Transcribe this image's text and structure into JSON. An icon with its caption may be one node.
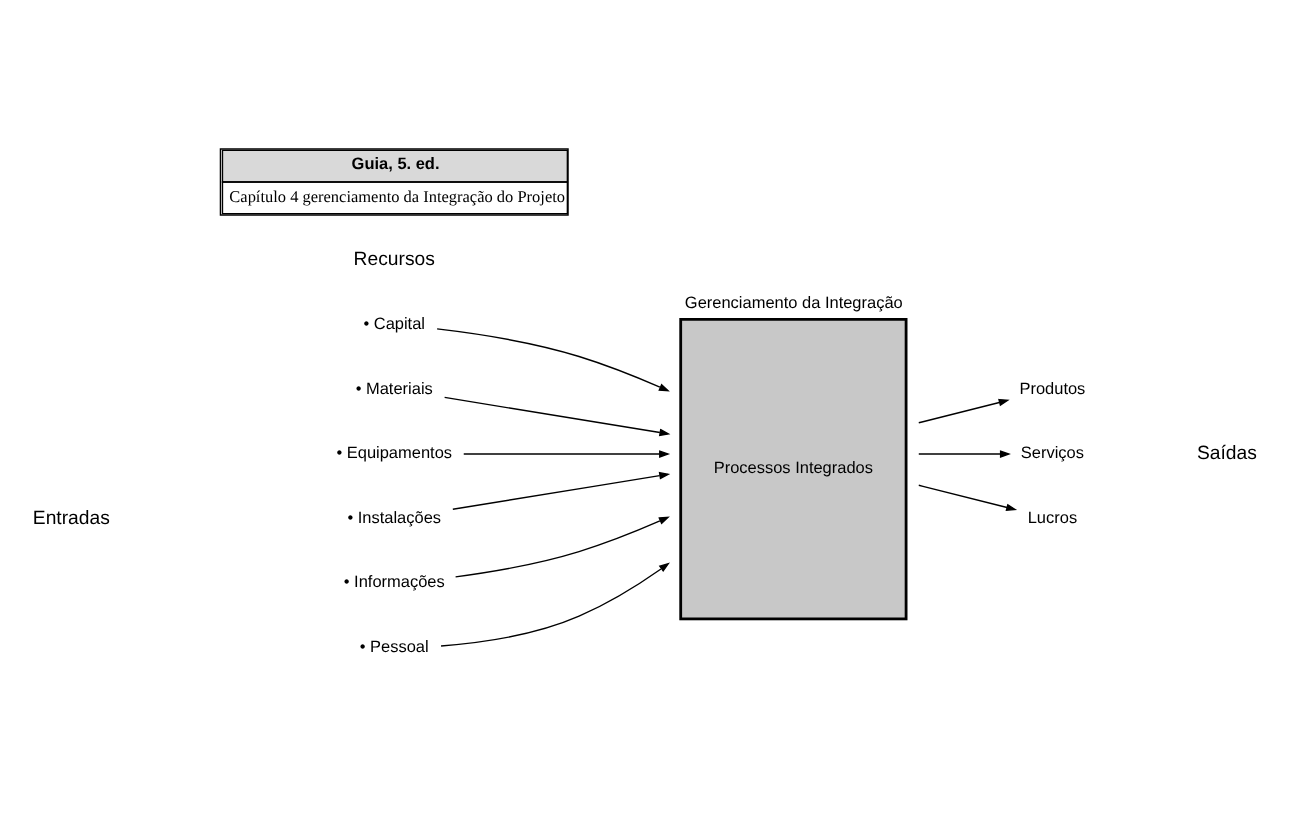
{
  "diagram": {
    "nodes": [
      {
        "text": [
          "Guia, 5. ed.",
          "Capítulo 4 gerenciamento da Integração do Projeto"
        ]
      },
      {
        "text": [
          "Gerenciamento da Integração",
          "Processos Integrados"
        ]
      },
      {
        "text": [
          "• Capital"
        ]
      },
      {
        "text": [
          "• Materiais"
        ]
      },
      {
        "text": [
          "• Equipamentos"
        ]
      },
      {
        "text": [
          "• Instalações"
        ]
      },
      {
        "text": [
          "• Informações"
        ]
      },
      {
        "text": [
          "• Pessoal"
        ]
      },
      {
        "text": [
          "Produtos"
        ]
      },
      {
        "text": [
          "Serviços"
        ]
      },
      {
        "text": [
          "Lucros"
        ]
      }
    ],
    "edges": [
      {
        "from": 2,
        "to": 1,
        "arrow": "to"
      },
      {
        "from": 3,
        "to": 1,
        "arrow": "to"
      },
      {
        "from": 4,
        "to": 1,
        "arrow": "to"
      },
      {
        "from": 5,
        "to": 1,
        "arrow": "to"
      },
      {
        "from": 6,
        "to": 1,
        "arrow": "to"
      },
      {
        "from": 7,
        "to": 1,
        "arrow": "to"
      },
      {
        "from": 1,
        "to": 8,
        "arrow": "to"
      },
      {
        "from": 1,
        "to": 9,
        "arrow": "to"
      },
      {
        "from": 1,
        "to": 10,
        "arrow": "to"
      }
    ],
    "labels": [
      "Recursos",
      "Entradas",
      "Saídas"
    ]
  }
}
